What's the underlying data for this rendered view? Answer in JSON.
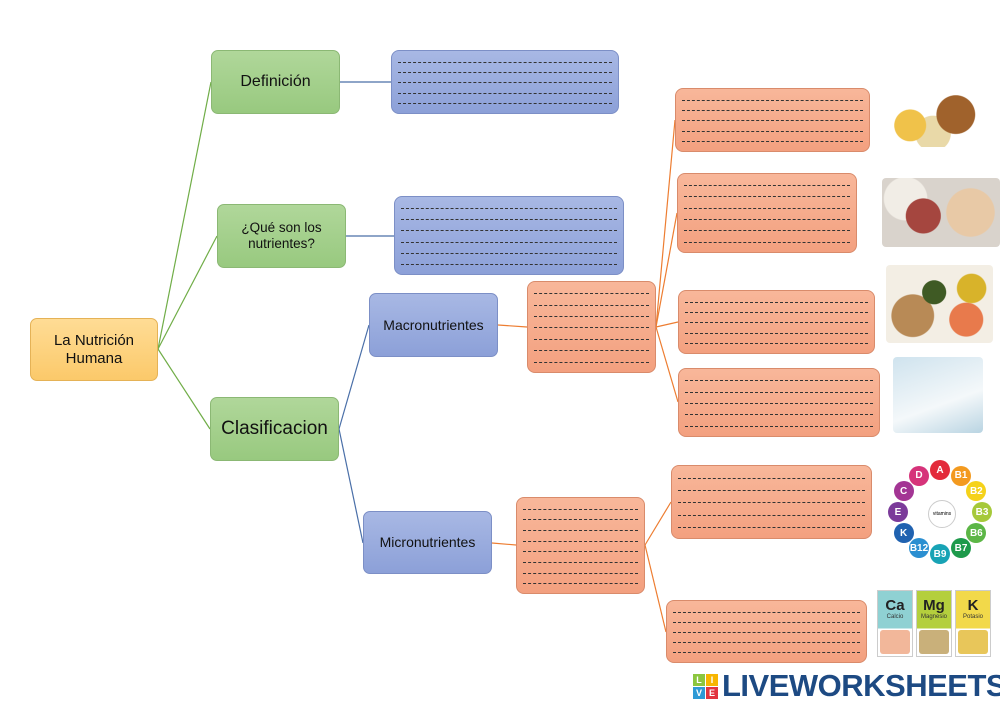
{
  "title": "La Nutrición Humana",
  "nodes": {
    "root": "La Nutrición Humana",
    "definicion": "Definición",
    "que_son": "¿Qué son los nutrientes?",
    "clasificacion": "Clasificacion",
    "macro": "Macronutrientes",
    "micro": "Micronutrientes"
  },
  "answer_boxes": [
    {
      "id": "definicion-answer",
      "lines": 5
    },
    {
      "id": "que-son-answer",
      "lines": 6
    },
    {
      "id": "macro-answer",
      "lines": 7
    },
    {
      "id": "micro-answer",
      "lines": 8
    },
    {
      "id": "carbohidratos-answer",
      "lines": 5
    },
    {
      "id": "proteinas-answer",
      "lines": 6
    },
    {
      "id": "grasas-answer",
      "lines": 5
    },
    {
      "id": "agua-answer",
      "lines": 5
    },
    {
      "id": "vitaminas-answer",
      "lines": 5
    },
    {
      "id": "minerales-answer",
      "lines": 5
    }
  ],
  "vitamins": [
    "A",
    "B1",
    "B2",
    "B3",
    "B6",
    "B7",
    "B9",
    "B12",
    "K",
    "E",
    "C",
    "D"
  ],
  "vitamin_center": "vitamins",
  "minerals": [
    {
      "symbol": "Ca",
      "name": "Calcio",
      "color": "#8fd1d3"
    },
    {
      "symbol": "Mg",
      "name": "Magnesio",
      "color": "#b4cf3d"
    },
    {
      "symbol": "K",
      "name": "Potasio",
      "color": "#f2d94a"
    }
  ],
  "logo": {
    "letters": [
      "L",
      "I",
      "V",
      "E"
    ],
    "text": "LIVEWORKSHEETS"
  },
  "colors": {
    "green_line": "#70ad47",
    "blue_line": "#4a6fa8",
    "orange_line": "#ed7d31"
  }
}
